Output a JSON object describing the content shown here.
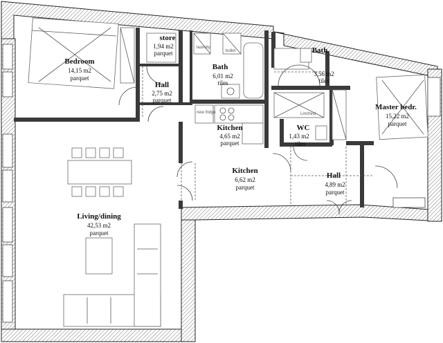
{
  "rooms": {
    "bedroom": {
      "name": "Bedroom",
      "area": "14,15 m2",
      "floor": "parquet"
    },
    "store": {
      "name": "store",
      "area": "1,94 m2",
      "floor": "parquet"
    },
    "hall1": {
      "name": "Hall",
      "area": "2,75 m2",
      "floor": "parquet"
    },
    "bath1": {
      "name": "Bath",
      "area": "6,01 m2",
      "floor": "tiles"
    },
    "bath2": {
      "name": "Bath",
      "area": "3,56 m2",
      "floor": "tiles"
    },
    "master": {
      "name": "Master bedr.",
      "area": "15,22 m2",
      "floor": "parquet"
    },
    "kitchen1": {
      "name": "Kitchen",
      "area": "4,65 m2",
      "floor": "parquet"
    },
    "wc": {
      "name": "WC",
      "area": "1,43 m2",
      "floor": "tiles"
    },
    "kitchen2": {
      "name": "Kitchen",
      "area": "6,62 m2",
      "floor": "parquet"
    },
    "hall2": {
      "name": "Hall",
      "area": "4,89 m2",
      "floor": "parquet"
    },
    "living": {
      "name": "Living/dining",
      "area": "42,53 m2",
      "floor": "parquet"
    }
  },
  "fixtures": {
    "laundry": "laundry",
    "boiler": "boiler",
    "fridge": "new fridge",
    "linen": "Linchest"
  },
  "colors": {
    "wall": "#3a3a3a",
    "hatch": "#777777",
    "line": "#555555"
  }
}
